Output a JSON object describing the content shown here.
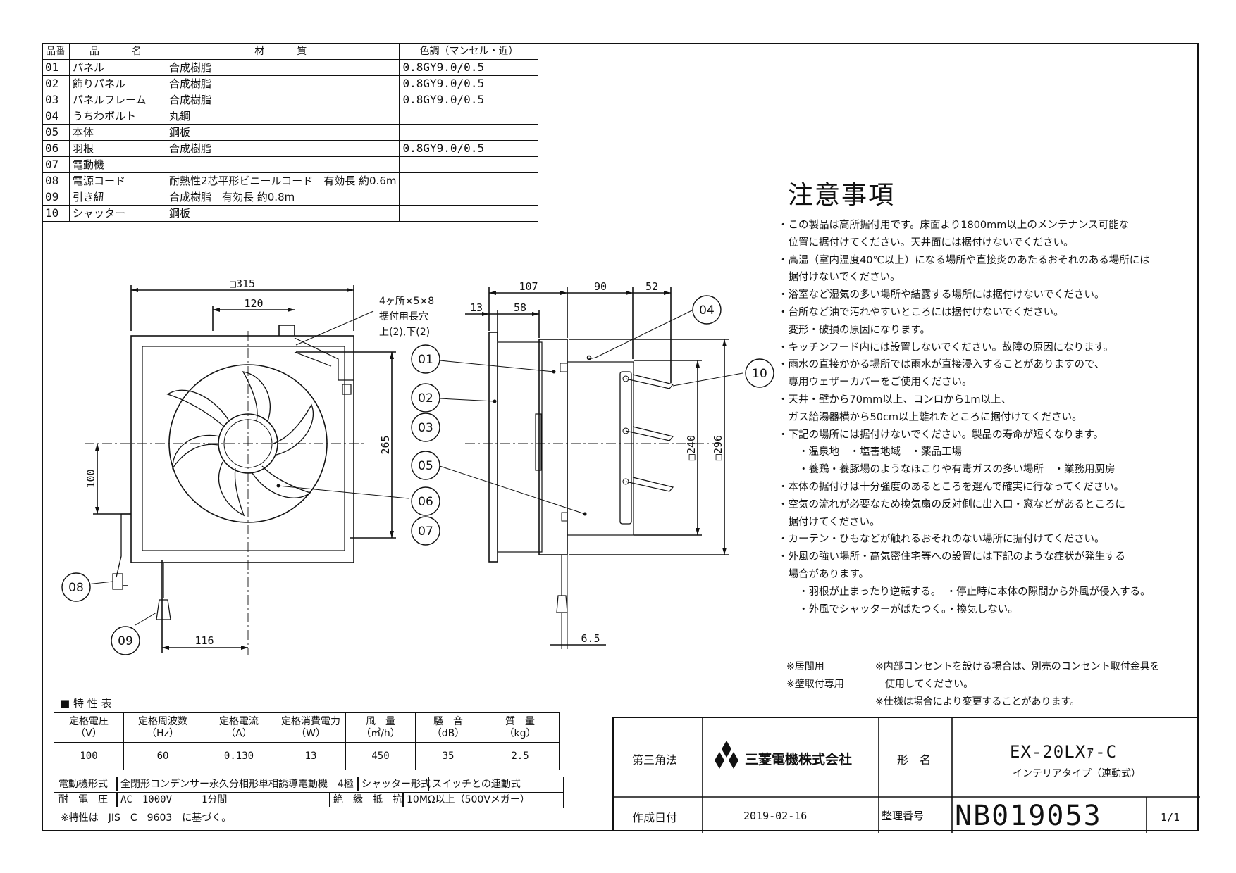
{
  "parts_table": {
    "headers": [
      "品番",
      "品　　名",
      "材　　質",
      "色調（マンセル・近）"
    ],
    "rows": [
      {
        "no": "01",
        "name": "パネル",
        "material": "合成樹脂",
        "color": "0.8GY9.0/0.5"
      },
      {
        "no": "02",
        "name": "飾りパネル",
        "material": "合成樹脂",
        "color": "0.8GY9.0/0.5"
      },
      {
        "no": "03",
        "name": "パネルフレーム",
        "material": "合成樹脂",
        "color": "0.8GY9.0/0.5"
      },
      {
        "no": "04",
        "name": "うちわボルト",
        "material": "丸鋼",
        "color": ""
      },
      {
        "no": "05",
        "name": "本体",
        "material": "鋼板",
        "color": ""
      },
      {
        "no": "06",
        "name": "羽根",
        "material": "合成樹脂",
        "color": "0.8GY9.0/0.5"
      },
      {
        "no": "07",
        "name": "電動機",
        "material": "",
        "color": ""
      },
      {
        "no": "08",
        "name": "電源コード",
        "material": "耐熱性2芯平形ビニールコード　有効長 約0.6m",
        "color": ""
      },
      {
        "no": "09",
        "name": "引き紐",
        "material": "合成樹脂　有効長 約0.8m",
        "color": ""
      },
      {
        "no": "10",
        "name": "シャッター",
        "material": "鋼板",
        "color": ""
      }
    ]
  },
  "front_view": {
    "dim_width": "□315",
    "dim_120": "120",
    "dim_265": "265",
    "dim_100": "100",
    "dim_116": "116",
    "hole_note_1": "4ヶ所×5×8",
    "hole_note_2": "据付用長穴",
    "hole_note_3": "上(2),下(2)"
  },
  "side_view": {
    "dim_107": "107",
    "dim_90": "90",
    "dim_52": "52",
    "dim_13": "13",
    "dim_58": "58",
    "dim_240": "□240",
    "dim_296": "□296",
    "dim_6_5": "6.5"
  },
  "callouts": [
    "01",
    "02",
    "03",
    "04",
    "05",
    "06",
    "07",
    "08",
    "09",
    "10"
  ],
  "notes": {
    "title": "注意事項",
    "lines": [
      "・この製品は高所据付用です。床面より1800mm以上のメンテナンス可能な",
      "　位置に据付けてください。天井面には据付けないでください。",
      "・高温（室内温度40℃以上）になる場所や直接炎のあたるおそれのある場所には",
      "　据付けないでください。",
      "・浴室など湿気の多い場所や結露する場所には据付けないでください。",
      "・台所など油で汚れやすいところには据付けないでください。",
      "　変形・破損の原因になります。",
      "・キッチンフード内には設置しないでください。故障の原因になります。",
      "・雨水の直接かかる場所では雨水が直接浸入することがありますので、",
      "　専用ウェザーカバーをご使用ください。",
      "・天井・壁から70mm以上、コンロから1m以上、",
      "　ガス給湯器横から50cm以上離れたところに据付けてください。",
      "・下記の場所には据付けないでください。製品の寿命が短くなります。",
      "　　・温泉地　・塩害地域　・薬品工場",
      "　　・養鶏・養豚場のようなほこりや有毒ガスの多い場所　・業務用厨房",
      "・本体の据付けは十分強度のあるところを選んで確実に行なってください。",
      "・空気の流れが必要なため換気扇の反対側に出入口・窓などがあるところに",
      "　据付けてください。",
      "・カーテン・ひもなどが触れるおそれのない場所に据付けてください。",
      "・外風の強い場所・高気密住宅等への設置には下記のような症状が発生する",
      "　場合があります。",
      "　　・羽根が止まったり逆転する。　・停止時に本体の隙間から外風が侵入する。",
      "　　・外風でシャッターがばたつく。・換気しない。"
    ]
  },
  "footer_notes": {
    "label_1": "※居間用",
    "label_2": "※壁取付専用",
    "text_1": "※内部コンセントを設ける場合は、別売のコンセント取付金具を",
    "text_2": "　使用してください。",
    "text_3": "※仕様は場合により変更することがあります。"
  },
  "spec": {
    "title": "■ 特 性 表",
    "headers": [
      [
        "定格電圧",
        "（V）"
      ],
      [
        "定格周波数",
        "（Hz）"
      ],
      [
        "定格電流",
        "（A）"
      ],
      [
        "定格消費電力",
        "（W）"
      ],
      [
        "風　量",
        "（㎥/h）"
      ],
      [
        "騒　音",
        "（dB）"
      ],
      [
        "質　量",
        "（kg）"
      ]
    ],
    "values": [
      "100",
      "60",
      "0.130",
      "13",
      "450",
      "35",
      "2.5"
    ],
    "motor_label": "電動機形式",
    "motor_value": "全閉形コンデンサー永久分相形単相誘導電動機　4極",
    "shutter_label": "シャッター形式",
    "shutter_value": "スイッチとの連動式",
    "withstand_label": "耐　電　圧",
    "withstand_value": "AC　1000V　　　1分間",
    "insulation_label": "絶　縁　抵　抗",
    "insulation_value": "10MΩ以上（500Vメガー）",
    "jis_note": "※特性は　JIS　C　9603　に基づく。"
  },
  "title_block": {
    "projection": "第三角法",
    "company": "三菱電機株式会社",
    "model_label": "形　名",
    "model": "EX-20LXｧ-C",
    "model_sub": "インテリアタイプ（連動式）",
    "date_label": "作成日付",
    "date": "2019-02-16",
    "number_label": "整理番号",
    "number": "NB019053",
    "sheet": "1/1"
  }
}
